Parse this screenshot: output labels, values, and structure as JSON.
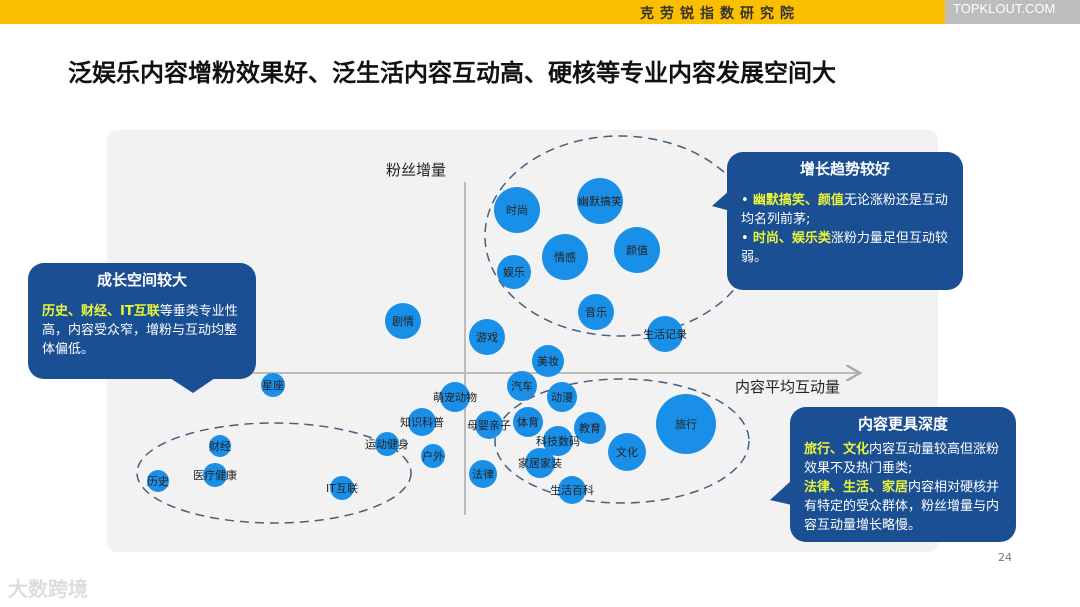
{
  "header": {
    "institute": "克劳锐指数研究院",
    "brand": "TOPKLOUT.COM"
  },
  "title": "泛娱乐内容增粉效果好、泛生活内容互动高、硬核等专业内容发展空间大",
  "chart_data": {
    "type": "bubble-quadrant",
    "ylabel": "粉丝增量",
    "xlabel": "内容平均互动量",
    "bubbles": [
      "时尚",
      "幽默搞笑",
      "情感",
      "颜值",
      "娱乐",
      "音乐",
      "生活记录",
      "剧情",
      "游戏",
      "美妆",
      "汽车",
      "动漫",
      "萌宠动物",
      "知识科普",
      "母婴亲子",
      "体育",
      "教育",
      "旅行",
      "科技数码",
      "文化",
      "运动健身",
      "户外",
      "家居家装",
      "法律",
      "生活百科",
      "星座",
      "财经",
      "医疗健康",
      "历史",
      "IT互联"
    ],
    "bubble_color": "#1a8fe8"
  },
  "callouts": {
    "growth": {
      "title": "增长趋势较好",
      "b1_hl": "幽默搞笑、颜值",
      "b1_text": "无论涨粉还是互动均名列前茅;",
      "b2_hl": "时尚、娱乐类",
      "b2_text": "涨粉力量足但互动较弱。"
    },
    "space": {
      "title": "成长空间较大",
      "hl": "历史、财经、IT互联",
      "text": "等垂类专业性高，内容受众窄，增粉与互动均整体偏低。"
    },
    "depth": {
      "title": "内容更具深度",
      "hl1": "旅行、文化",
      "text1": "内容互动量较高但涨粉效果不及热门垂类;",
      "hl2": "法律、生活、家居",
      "text2": "内容相对硬核并有特定的受众群体，粉丝增量与内容互动量增长略慢。"
    }
  },
  "page_number": "24",
  "footer_logo": "大数跨境"
}
